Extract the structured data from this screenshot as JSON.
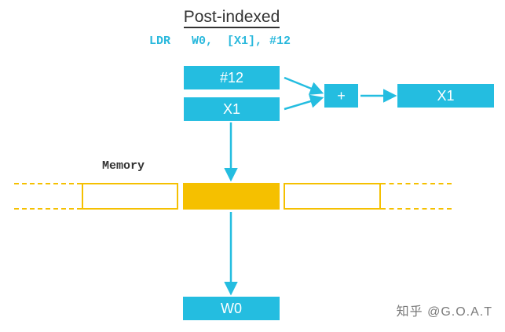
{
  "title": "Post-indexed",
  "instruction": "LDR   W0,  [X1], #12",
  "boxes": {
    "immediate": "#12",
    "base_reg": "X1",
    "adder": "+",
    "result_reg": "X1",
    "dest_reg": "W0"
  },
  "memory_label": "Memory",
  "watermark": "知乎 @G.O.A.T",
  "colors": {
    "register_box": "#24bde0",
    "memory_cell": "#f5c000",
    "instruction_text": "#29b8dc"
  }
}
